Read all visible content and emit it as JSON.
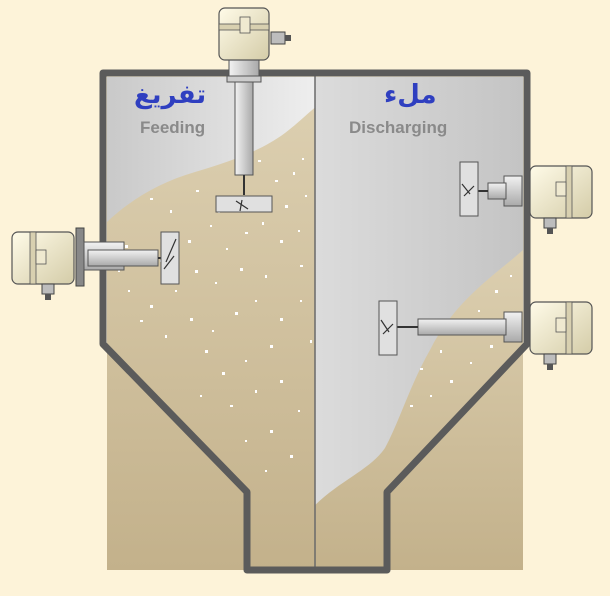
{
  "left_panel": {
    "arabic_label": "تفريغ",
    "english_label": "Feeding"
  },
  "right_panel": {
    "arabic_label": "ملء",
    "english_label": "Discharging"
  },
  "colors": {
    "background": "#fdf3d9",
    "bulk_material": "#cdbc98",
    "silo_wall": "#5b5b5b",
    "arabic_text": "#2f3fc0",
    "english_text": "#8a8a8a"
  }
}
